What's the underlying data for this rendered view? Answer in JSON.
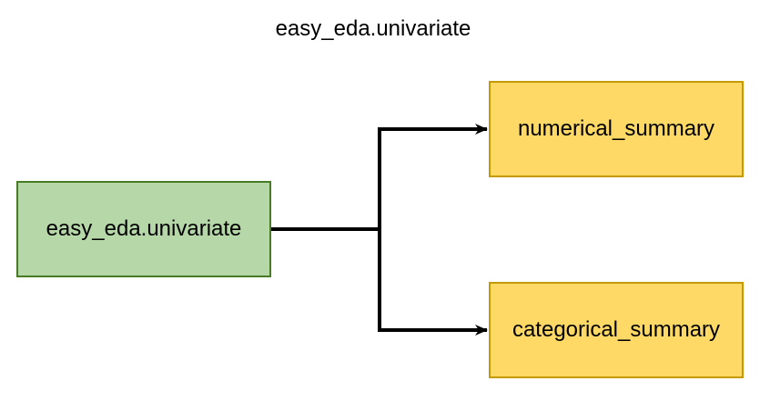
{
  "diagram": {
    "title": "easy_eda.univariate",
    "root": {
      "label": "easy_eda.univariate",
      "fill": "#b6d7a8",
      "stroke": "#477b24"
    },
    "children": [
      {
        "label": "numerical_summary",
        "fill": "#ffd966",
        "stroke": "#c49a00"
      },
      {
        "label": "categorical_summary",
        "fill": "#ffd966",
        "stroke": "#c49a00"
      }
    ],
    "edge_color": "#000000"
  }
}
